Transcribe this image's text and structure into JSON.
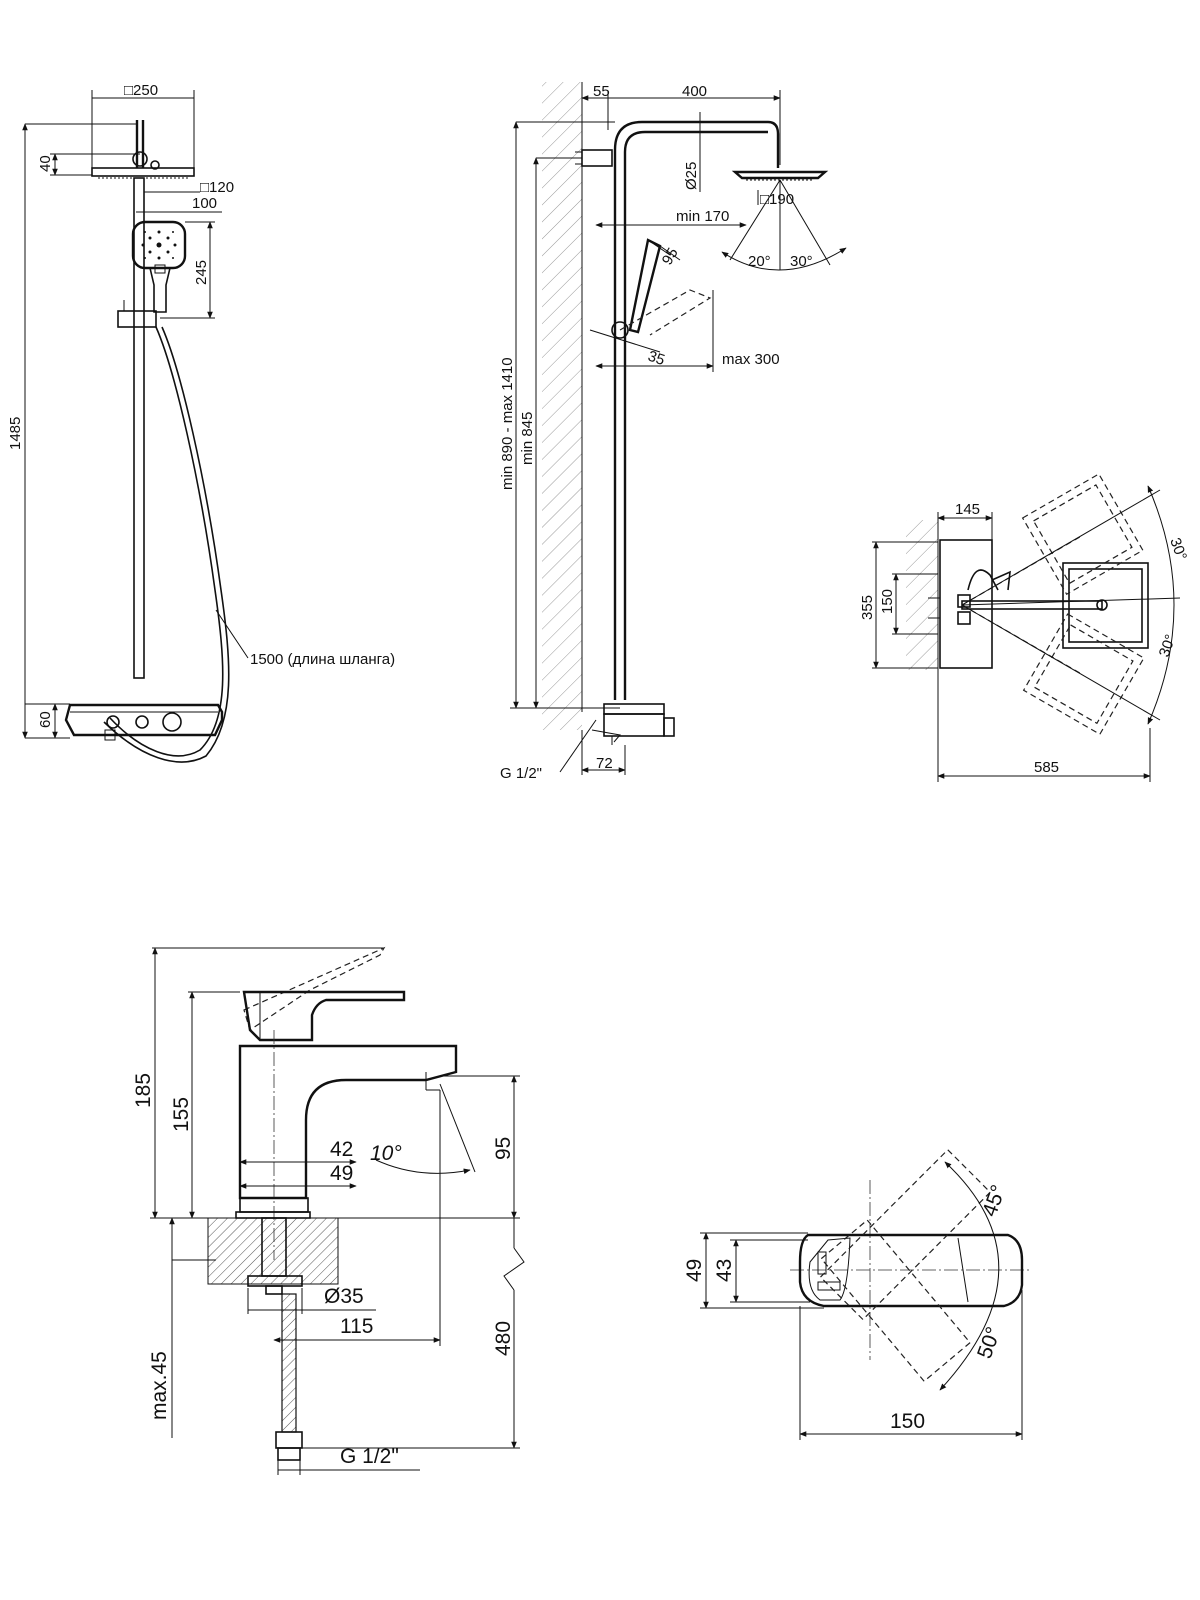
{
  "views": {
    "shower_front": {
      "labels": {
        "head_size": "□250",
        "head_offset": "40",
        "hand_head_size": "□120",
        "hand_width": "100",
        "hand_height": "245",
        "total_height": "1485",
        "hose_length": "1500 (длина шланга)",
        "base_height": "60"
      }
    },
    "shower_side": {
      "labels": {
        "wall_gap": "55",
        "arm_reach": "400",
        "pipe_dia": "Ø25",
        "head_size": "□190",
        "min_170": "min 170",
        "hand_95": "95",
        "hand_35": "35",
        "max_300": "max 300",
        "range_height": "min 890 - max 1410",
        "min_height": "min 845",
        "angle_left": "20°",
        "angle_right": "30°",
        "thread": "G 1/2\"",
        "spout_72": "72"
      }
    },
    "shower_top": {
      "labels": {
        "width_145": "145",
        "height_355": "355",
        "height_150": "150",
        "total_585": "585",
        "angle_top": "30°",
        "angle_bottom": "30°"
      }
    },
    "faucet_side": {
      "labels": {
        "h185": "185",
        "h155": "155",
        "d42": "42",
        "d49": "49",
        "angle_10": "10°",
        "h95": "95",
        "dia35": "Ø35",
        "d115": "115",
        "max45": "max.45",
        "h480": "480",
        "thread": "G 1/2\""
      }
    },
    "faucet_top": {
      "labels": {
        "w49": "49",
        "w43": "43",
        "angle_45": "45°",
        "angle_50": "50°",
        "len150": "150"
      }
    }
  }
}
